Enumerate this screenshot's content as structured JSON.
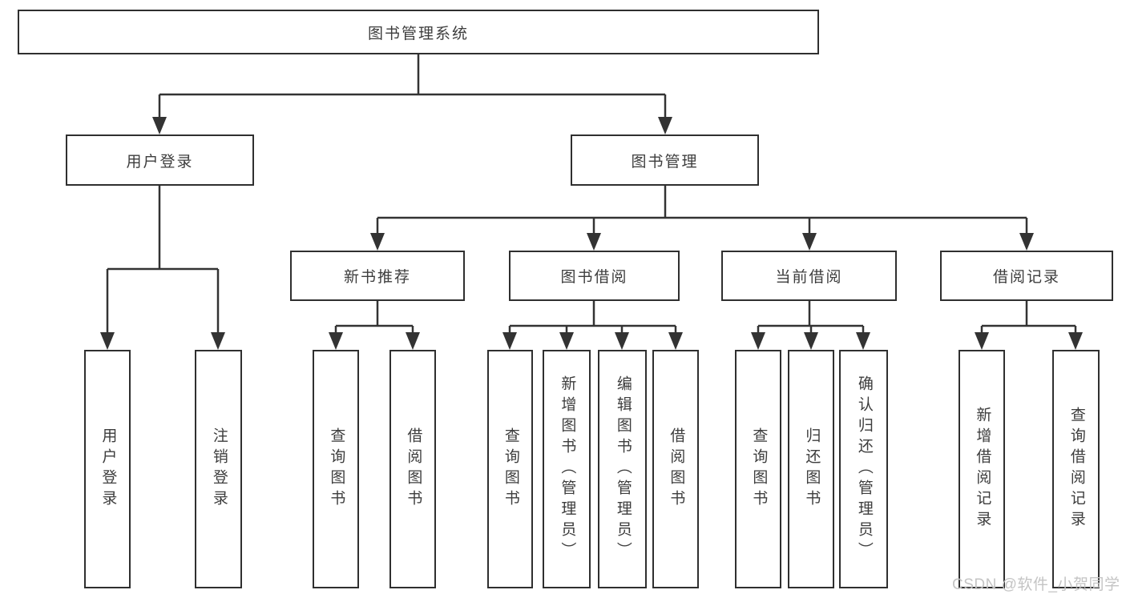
{
  "diagram": {
    "type": "hierarchy-tree",
    "title": "图书管理系统"
  },
  "tree": {
    "label": "图书管理系统",
    "children": [
      {
        "label": "用户登录",
        "children": [
          {
            "label": "用户登录"
          },
          {
            "label": "注销登录"
          }
        ]
      },
      {
        "label": "图书管理",
        "children": [
          {
            "label": "新书推荐",
            "children": [
              {
                "label": "查询图书"
              },
              {
                "label": "借阅图书"
              }
            ]
          },
          {
            "label": "图书借阅",
            "children": [
              {
                "label": "查询图书"
              },
              {
                "label": "新增图书（管理员）"
              },
              {
                "label": "编辑图书（管理员）"
              },
              {
                "label": "借阅图书"
              }
            ]
          },
          {
            "label": "当前借阅",
            "children": [
              {
                "label": "查询图书"
              },
              {
                "label": "归还图书"
              },
              {
                "label": "确认归还（管理员）"
              }
            ]
          },
          {
            "label": "借阅记录",
            "children": [
              {
                "label": "新增借阅记录"
              },
              {
                "label": "查询借阅记录"
              }
            ]
          }
        ]
      }
    ]
  },
  "watermark": {
    "text": "CSDN @软件_小贺同学"
  },
  "colors": {
    "line": "#333333",
    "box_border": "#2f2f2f",
    "text": "#3d3d3d",
    "watermark": "#c4c4c4",
    "background": "#ffffff"
  }
}
